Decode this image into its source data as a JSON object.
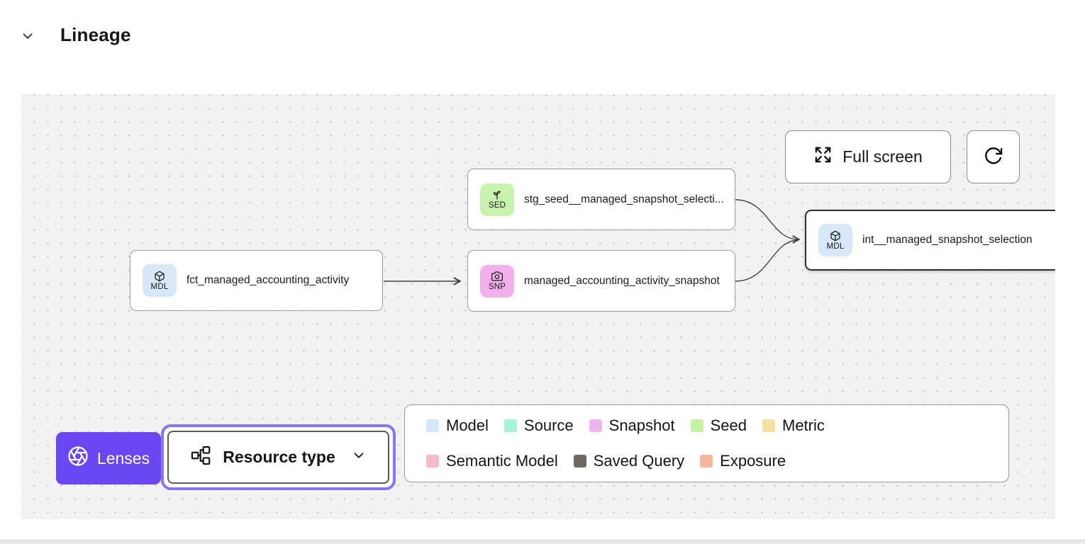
{
  "header": {
    "title": "Lineage"
  },
  "toolbar": {
    "full_screen_label": "Full screen"
  },
  "nodes": {
    "seed": {
      "badge": "SED",
      "label": "stg_seed__managed_snapshot_selecti..."
    },
    "fct": {
      "badge": "MDL",
      "label": "fct_managed_accounting_activity"
    },
    "snp": {
      "badge": "SNP",
      "label": "managed_accounting_activity_snapshot"
    },
    "int": {
      "badge": "MDL",
      "label": "int__managed_snapshot_selection",
      "selected": true
    }
  },
  "controls": {
    "lenses_label": "Lenses",
    "resource_type_label": "Resource type"
  },
  "legend": {
    "items": [
      {
        "label": "Model",
        "color": "#d7e7fb"
      },
      {
        "label": "Source",
        "color": "#a8f2dc"
      },
      {
        "label": "Snapshot",
        "color": "#f0b5ee"
      },
      {
        "label": "Seed",
        "color": "#c6f2a4"
      },
      {
        "label": "Metric",
        "color": "#f5e0a0"
      },
      {
        "label": "Semantic Model",
        "color": "#f5b9c8"
      },
      {
        "label": "Saved Query",
        "color": "#6e6864"
      },
      {
        "label": "Exposure",
        "color": "#f2b79c"
      }
    ]
  },
  "colors": {
    "accent_purple": "#6a47f0",
    "canvas_background": "#f2f2f2",
    "selected_node_border": "#2e2e2e",
    "model_badge": "#d9e7fb",
    "seed_badge": "#c9f2ae",
    "snapshot_badge": "#f2b0ee"
  },
  "icons": {
    "header_collapse": "chevron-down",
    "full_screen": "expand-arrows",
    "refresh": "refresh-clockwise",
    "lenses": "aperture",
    "resource_type": "sitemap",
    "resource_dropdown": "chevron-down",
    "model_badge": "cube",
    "seed_badge": "sprout",
    "snapshot_badge": "camera"
  }
}
